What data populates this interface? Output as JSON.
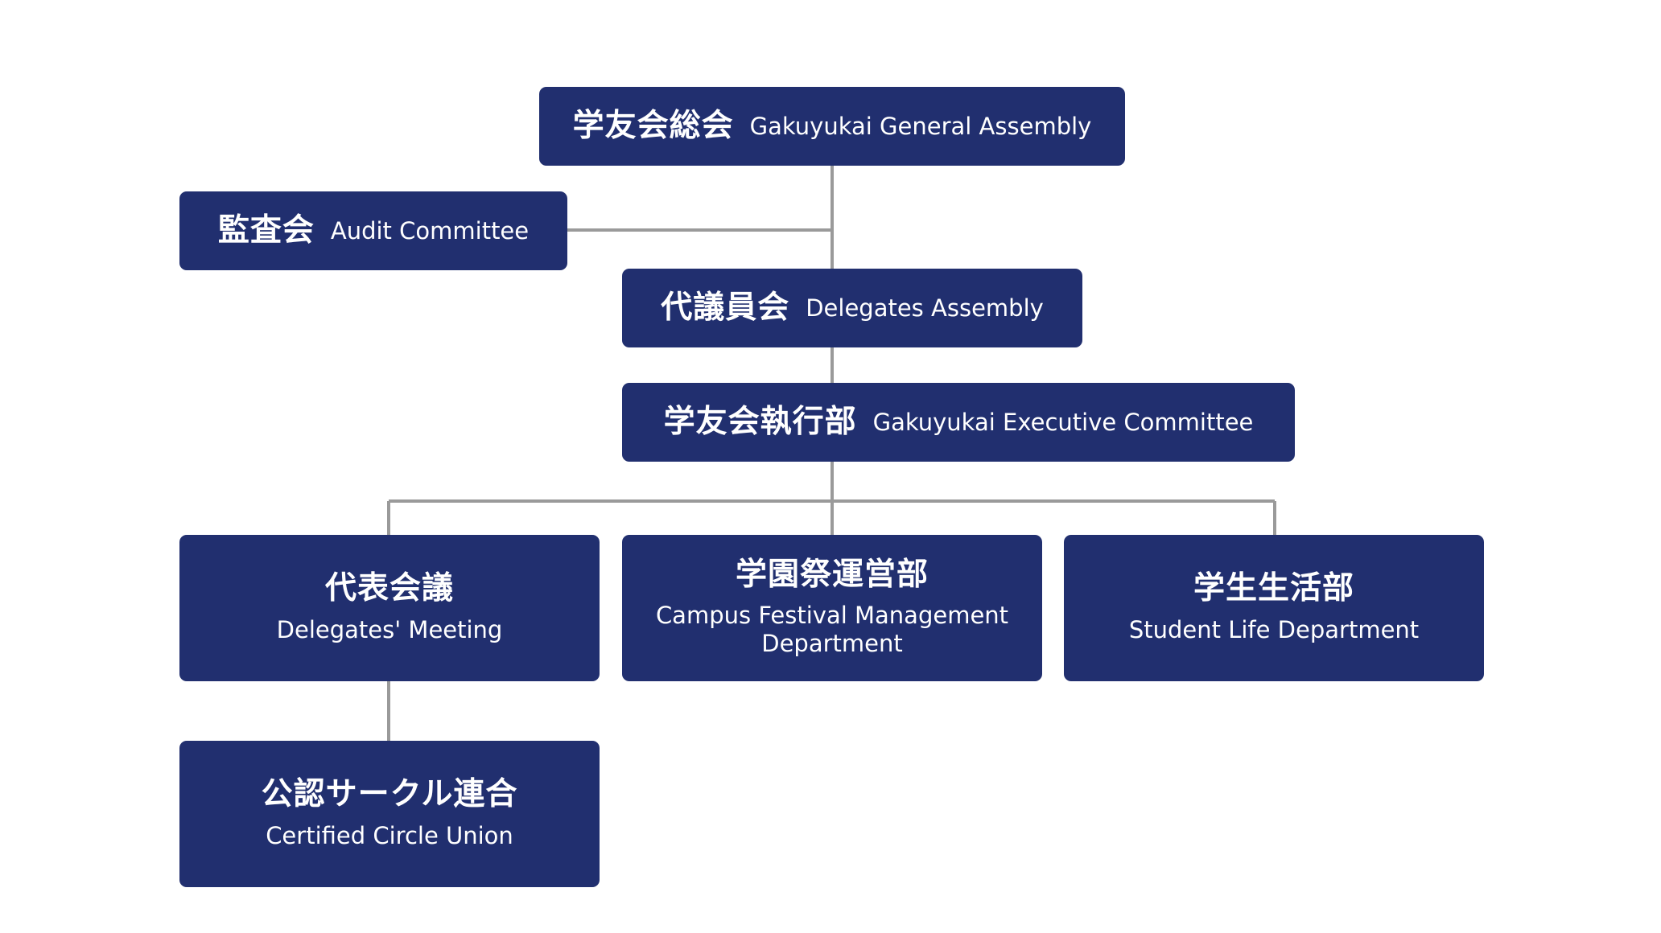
{
  "nodes": {
    "general_assembly": {
      "jp": "学友会総会",
      "en": "Gakuyukai General Assembly"
    },
    "audit_committee": {
      "jp": "監査会",
      "en": "Audit Committee"
    },
    "delegates_assembly": {
      "jp": "代議員会",
      "en": "Delegates Assembly"
    },
    "executive_committee": {
      "jp": "学友会執行部",
      "en": "Gakuyukai Executive Committee"
    },
    "delegates_meeting": {
      "jp": "代表会議",
      "en": "Delegates' Meeting"
    },
    "campus_festival": {
      "jp": "学園祭運営部",
      "en_line1": "Campus Festival Management",
      "en_line2": "Department"
    },
    "student_life": {
      "jp": "学生生活部",
      "en": "Student Life Department"
    },
    "certified_circle_union": {
      "jp": "公認サークル連合",
      "en": "Certified Circle Union"
    }
  },
  "colors": {
    "node_fill": "#212f6f",
    "node_text": "#ffffff",
    "connector": "#9a9a9a",
    "background": "#ffffff"
  }
}
